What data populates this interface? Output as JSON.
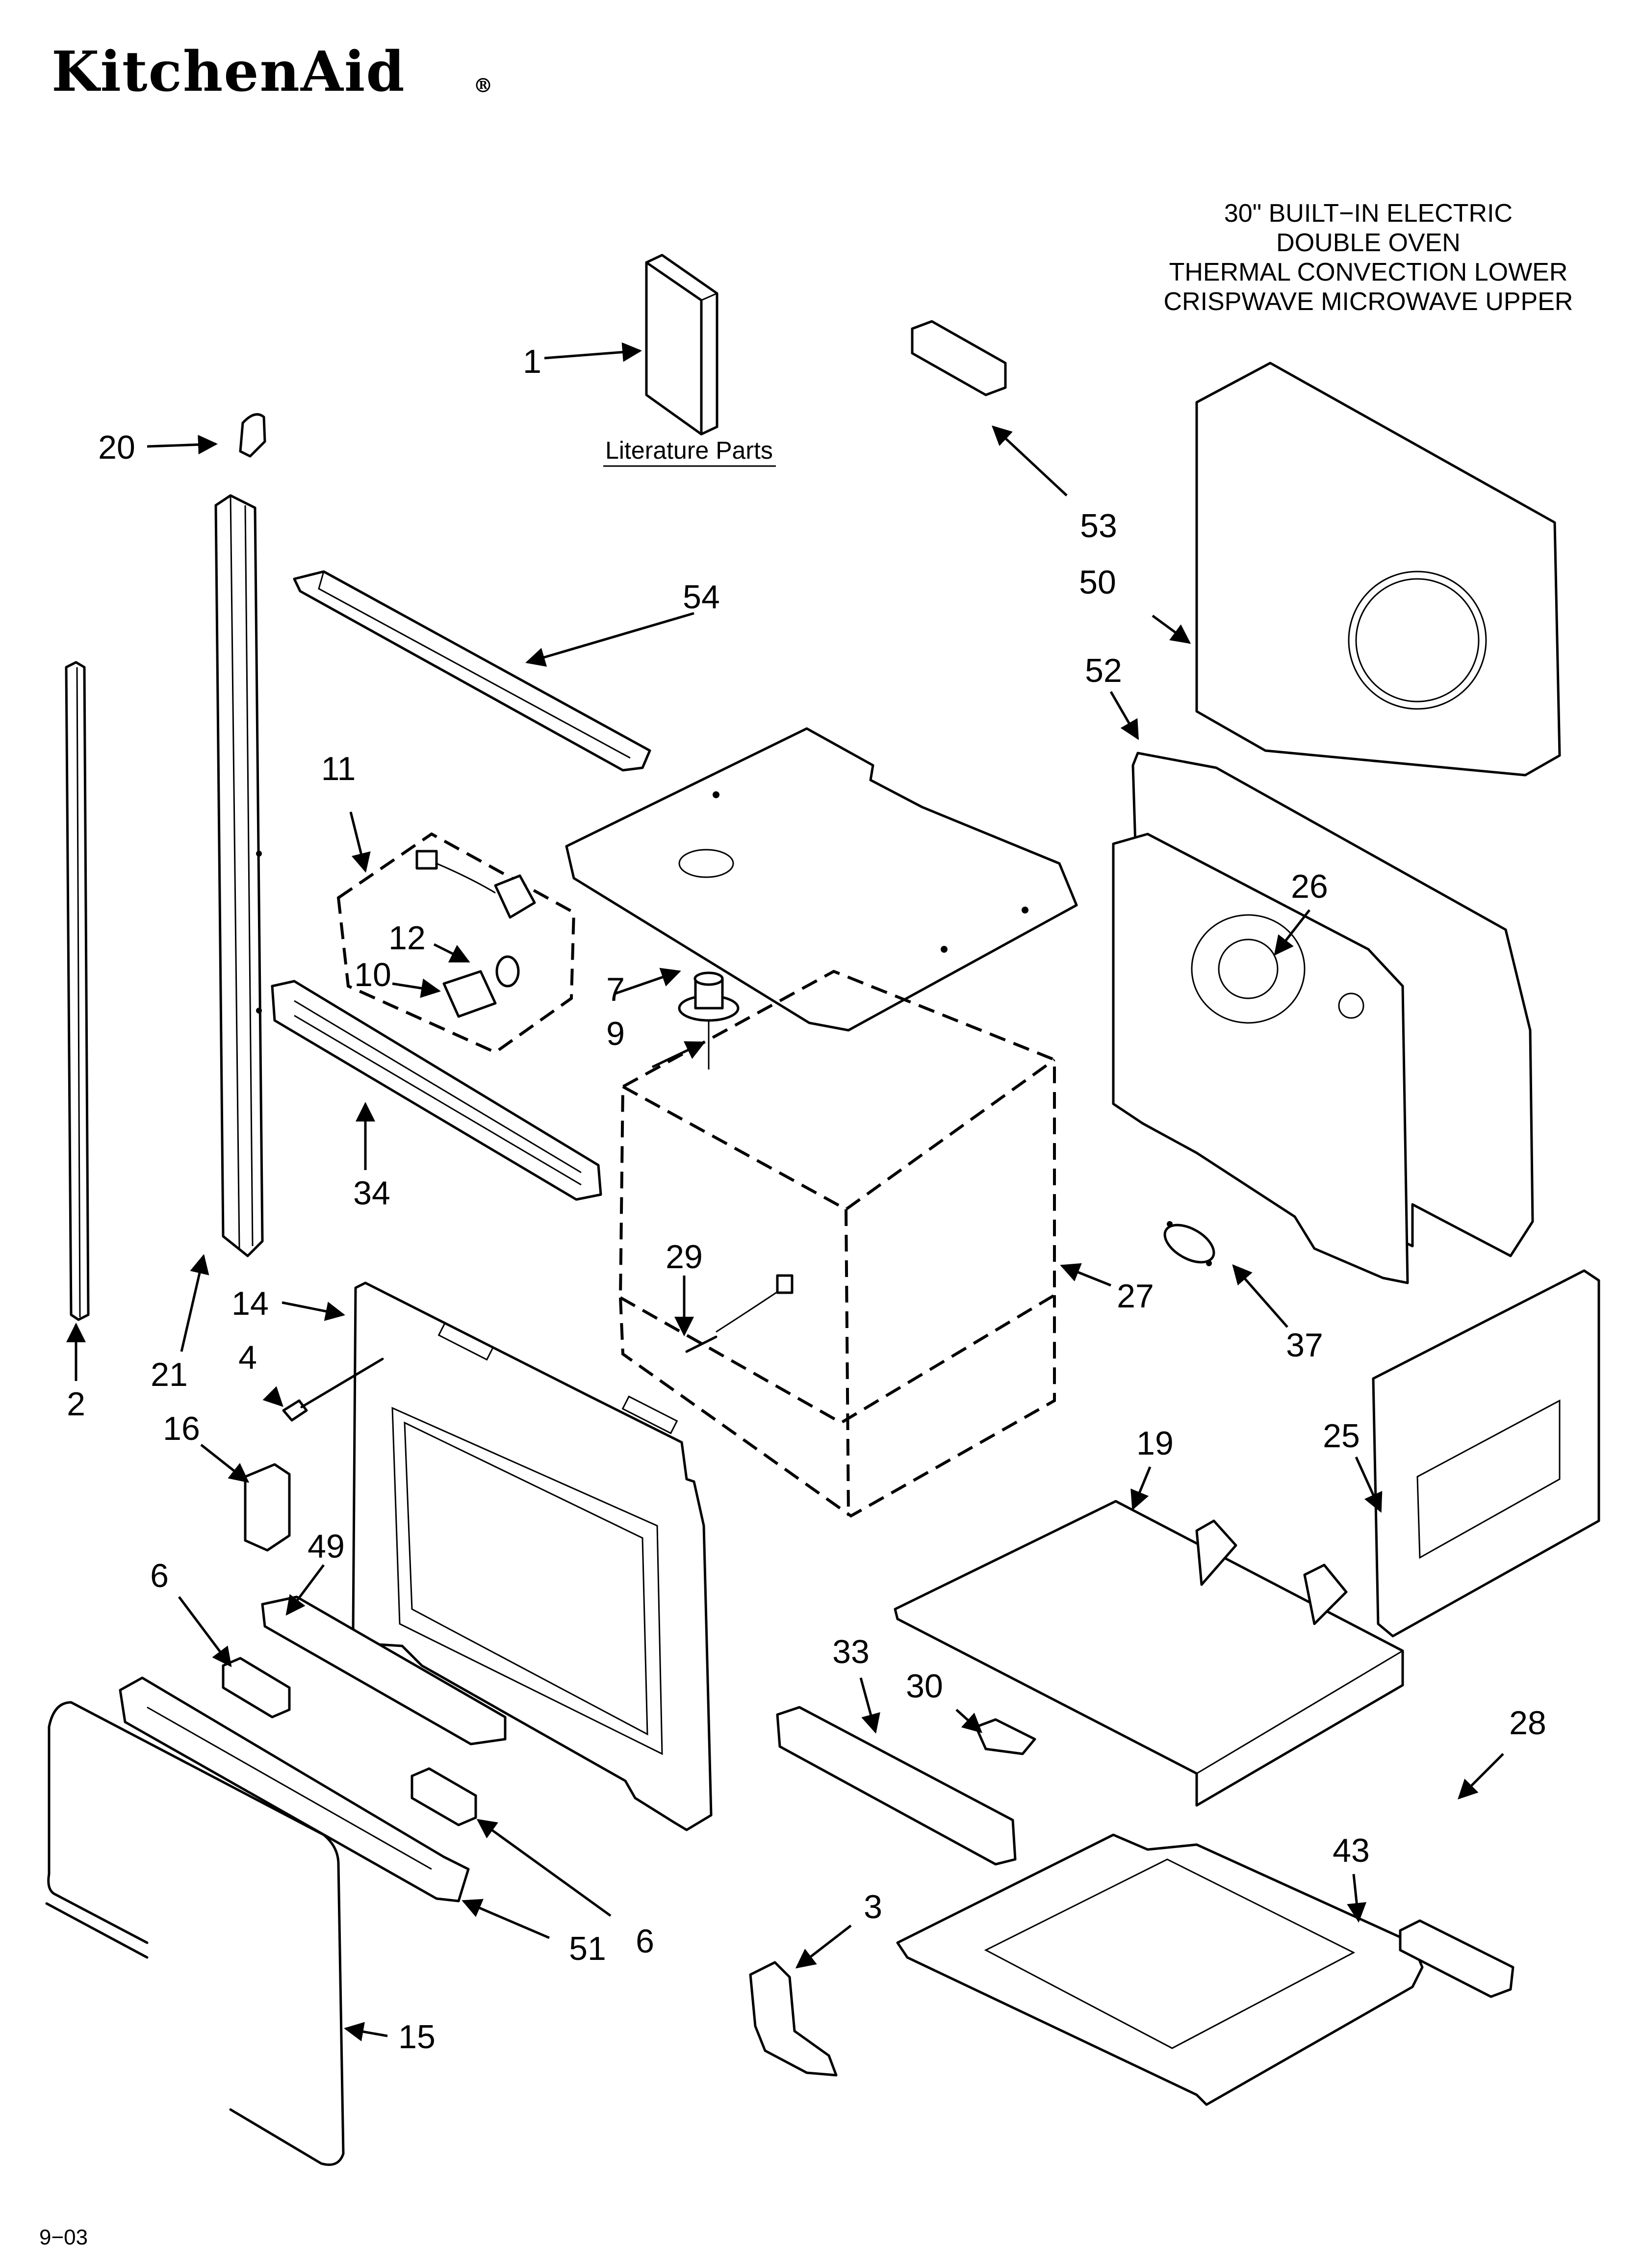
{
  "brand": {
    "logo_text": "KitchenAid",
    "registered_mark": "®"
  },
  "title": {
    "lines": [
      "30\" BUILT−IN ELECTRIC",
      "DOUBLE OVEN",
      "THERMAL CONVECTION LOWER",
      "CRISPWAVE MICROWAVE UPPER"
    ]
  },
  "literature_label": "Literature Parts",
  "footer": {
    "date_code": "9−03"
  },
  "callouts": [
    {
      "id": "c1",
      "label": "1"
    },
    {
      "id": "c2",
      "label": "2"
    },
    {
      "id": "c3",
      "label": "3"
    },
    {
      "id": "c4",
      "label": "4"
    },
    {
      "id": "c6a",
      "label": "6"
    },
    {
      "id": "c6b",
      "label": "6"
    },
    {
      "id": "c7",
      "label": "7"
    },
    {
      "id": "c9",
      "label": "9"
    },
    {
      "id": "c10",
      "label": "10"
    },
    {
      "id": "c11",
      "label": "11"
    },
    {
      "id": "c12",
      "label": "12"
    },
    {
      "id": "c14",
      "label": "14"
    },
    {
      "id": "c15",
      "label": "15"
    },
    {
      "id": "c16",
      "label": "16"
    },
    {
      "id": "c19",
      "label": "19"
    },
    {
      "id": "c20",
      "label": "20"
    },
    {
      "id": "c21",
      "label": "21"
    },
    {
      "id": "c25",
      "label": "25"
    },
    {
      "id": "c26",
      "label": "26"
    },
    {
      "id": "c27",
      "label": "27"
    },
    {
      "id": "c28",
      "label": "28"
    },
    {
      "id": "c29",
      "label": "29"
    },
    {
      "id": "c30",
      "label": "30"
    },
    {
      "id": "c33",
      "label": "33"
    },
    {
      "id": "c34",
      "label": "34"
    },
    {
      "id": "c37",
      "label": "37"
    },
    {
      "id": "c43",
      "label": "43"
    },
    {
      "id": "c49",
      "label": "49"
    },
    {
      "id": "c50",
      "label": "50"
    },
    {
      "id": "c51",
      "label": "51"
    },
    {
      "id": "c52",
      "label": "52"
    },
    {
      "id": "c53",
      "label": "53"
    },
    {
      "id": "c54",
      "label": "54"
    }
  ]
}
